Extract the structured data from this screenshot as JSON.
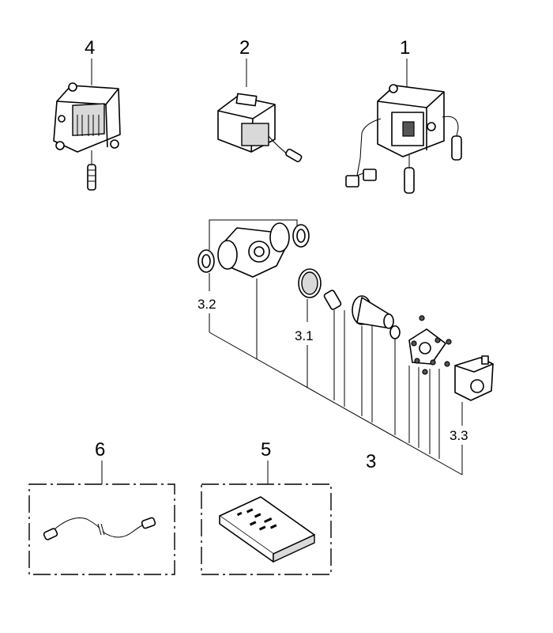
{
  "labels": {
    "p1": "1",
    "p2": "2",
    "p3": "3",
    "p3_1": "3.1",
    "p3_2": "3.2",
    "p3_3": "3.3",
    "p4": "4",
    "p5": "5",
    "p6": "6"
  },
  "icons": {
    "part_1": "electronic-control-module-with-display-icon",
    "part_2": "power-supply-transformer-icon",
    "part_3": "solenoid-valve-assembly-icon",
    "part_4": "connection-terminal-box-icon",
    "part_5": "remote-control-icon",
    "part_6": "extension-cable-icon"
  }
}
